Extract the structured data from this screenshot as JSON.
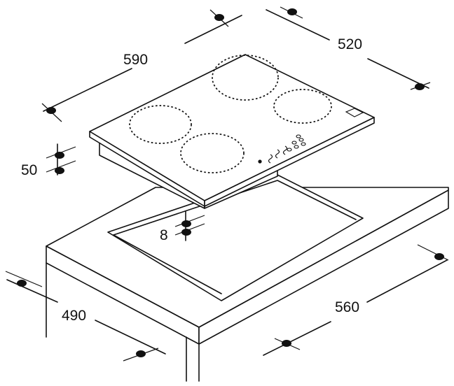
{
  "diagram": {
    "dimensions": {
      "hob_width": "590",
      "hob_depth": "520",
      "hob_height": "50",
      "clearance": "8",
      "cutout_depth": "490",
      "cutout_width": "560"
    }
  }
}
